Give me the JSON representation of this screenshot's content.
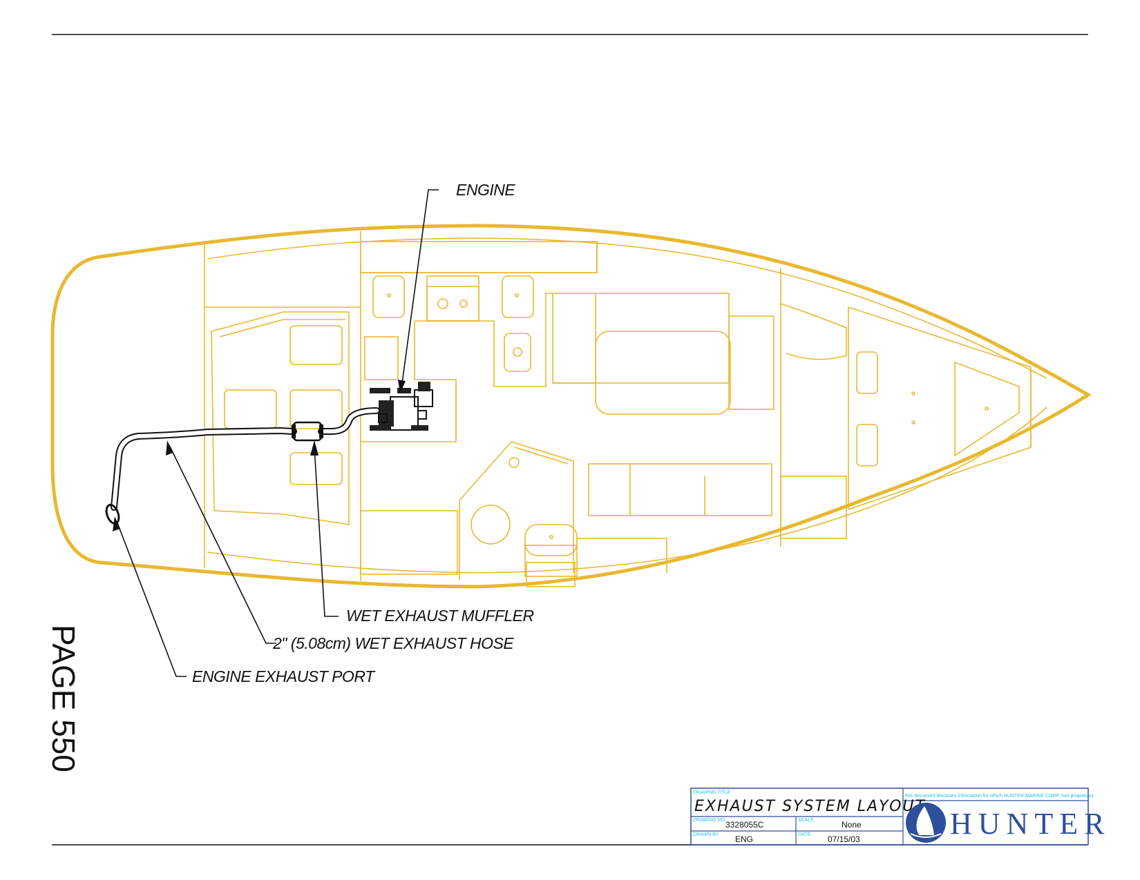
{
  "callouts": {
    "engine": "ENGINE",
    "muffler": "WET EXHAUST MUFFLER",
    "hose": "2\" (5.08cm) WET EXHAUST HOSE",
    "port": "ENGINE EXHAUST PORT"
  },
  "page_label": "PAGE 550",
  "title_block": {
    "title": "EXHAUST SYSTEM LAYOUT",
    "drawing_no": "3328055C",
    "scale": "None",
    "drawn_by": "ENG",
    "date": "07/15/03",
    "cyan_note": "this document discloses information for which HUNTER MARINE CORP. has proprietary"
  },
  "brand": {
    "name": "HUNTER"
  },
  "colors": {
    "hull": "#e8b830",
    "brand": "#2e4f9c",
    "annotation": "#111111"
  }
}
